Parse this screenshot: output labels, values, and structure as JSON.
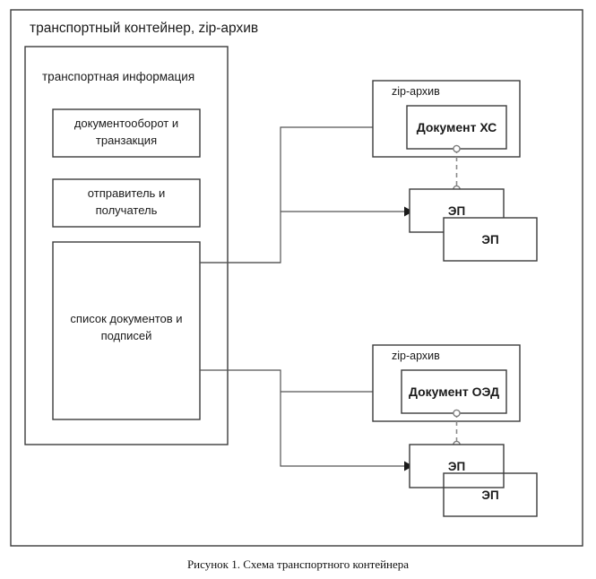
{
  "figure": {
    "caption": "Рисунок 1. Схема транспортного контейнера",
    "colors": {
      "box_stroke": "#3b3b3b",
      "connector_stroke": "#555555",
      "dashed_stroke": "#8a8a8a",
      "text": "#1a1a1a",
      "background": "#ffffff"
    }
  },
  "container": {
    "title": "транспортный контейнер, zip-архив",
    "transport_info": {
      "title": "транспортная информация",
      "items": [
        {
          "label": "документооборот и транзакция"
        },
        {
          "label": "отправитель и получатель"
        },
        {
          "label": "список документов и подписей"
        }
      ]
    }
  },
  "branches": [
    {
      "id": "hs",
      "archive_label": "zip-архив",
      "document_label": "Документ ХС",
      "signatures": [
        {
          "label": "ЭП"
        },
        {
          "label": "ЭП"
        }
      ]
    },
    {
      "id": "oed",
      "archive_label": "zip-архив",
      "document_label": "Документ ОЭД",
      "signatures": [
        {
          "label": "ЭП"
        },
        {
          "label": "ЭП"
        }
      ]
    }
  ]
}
